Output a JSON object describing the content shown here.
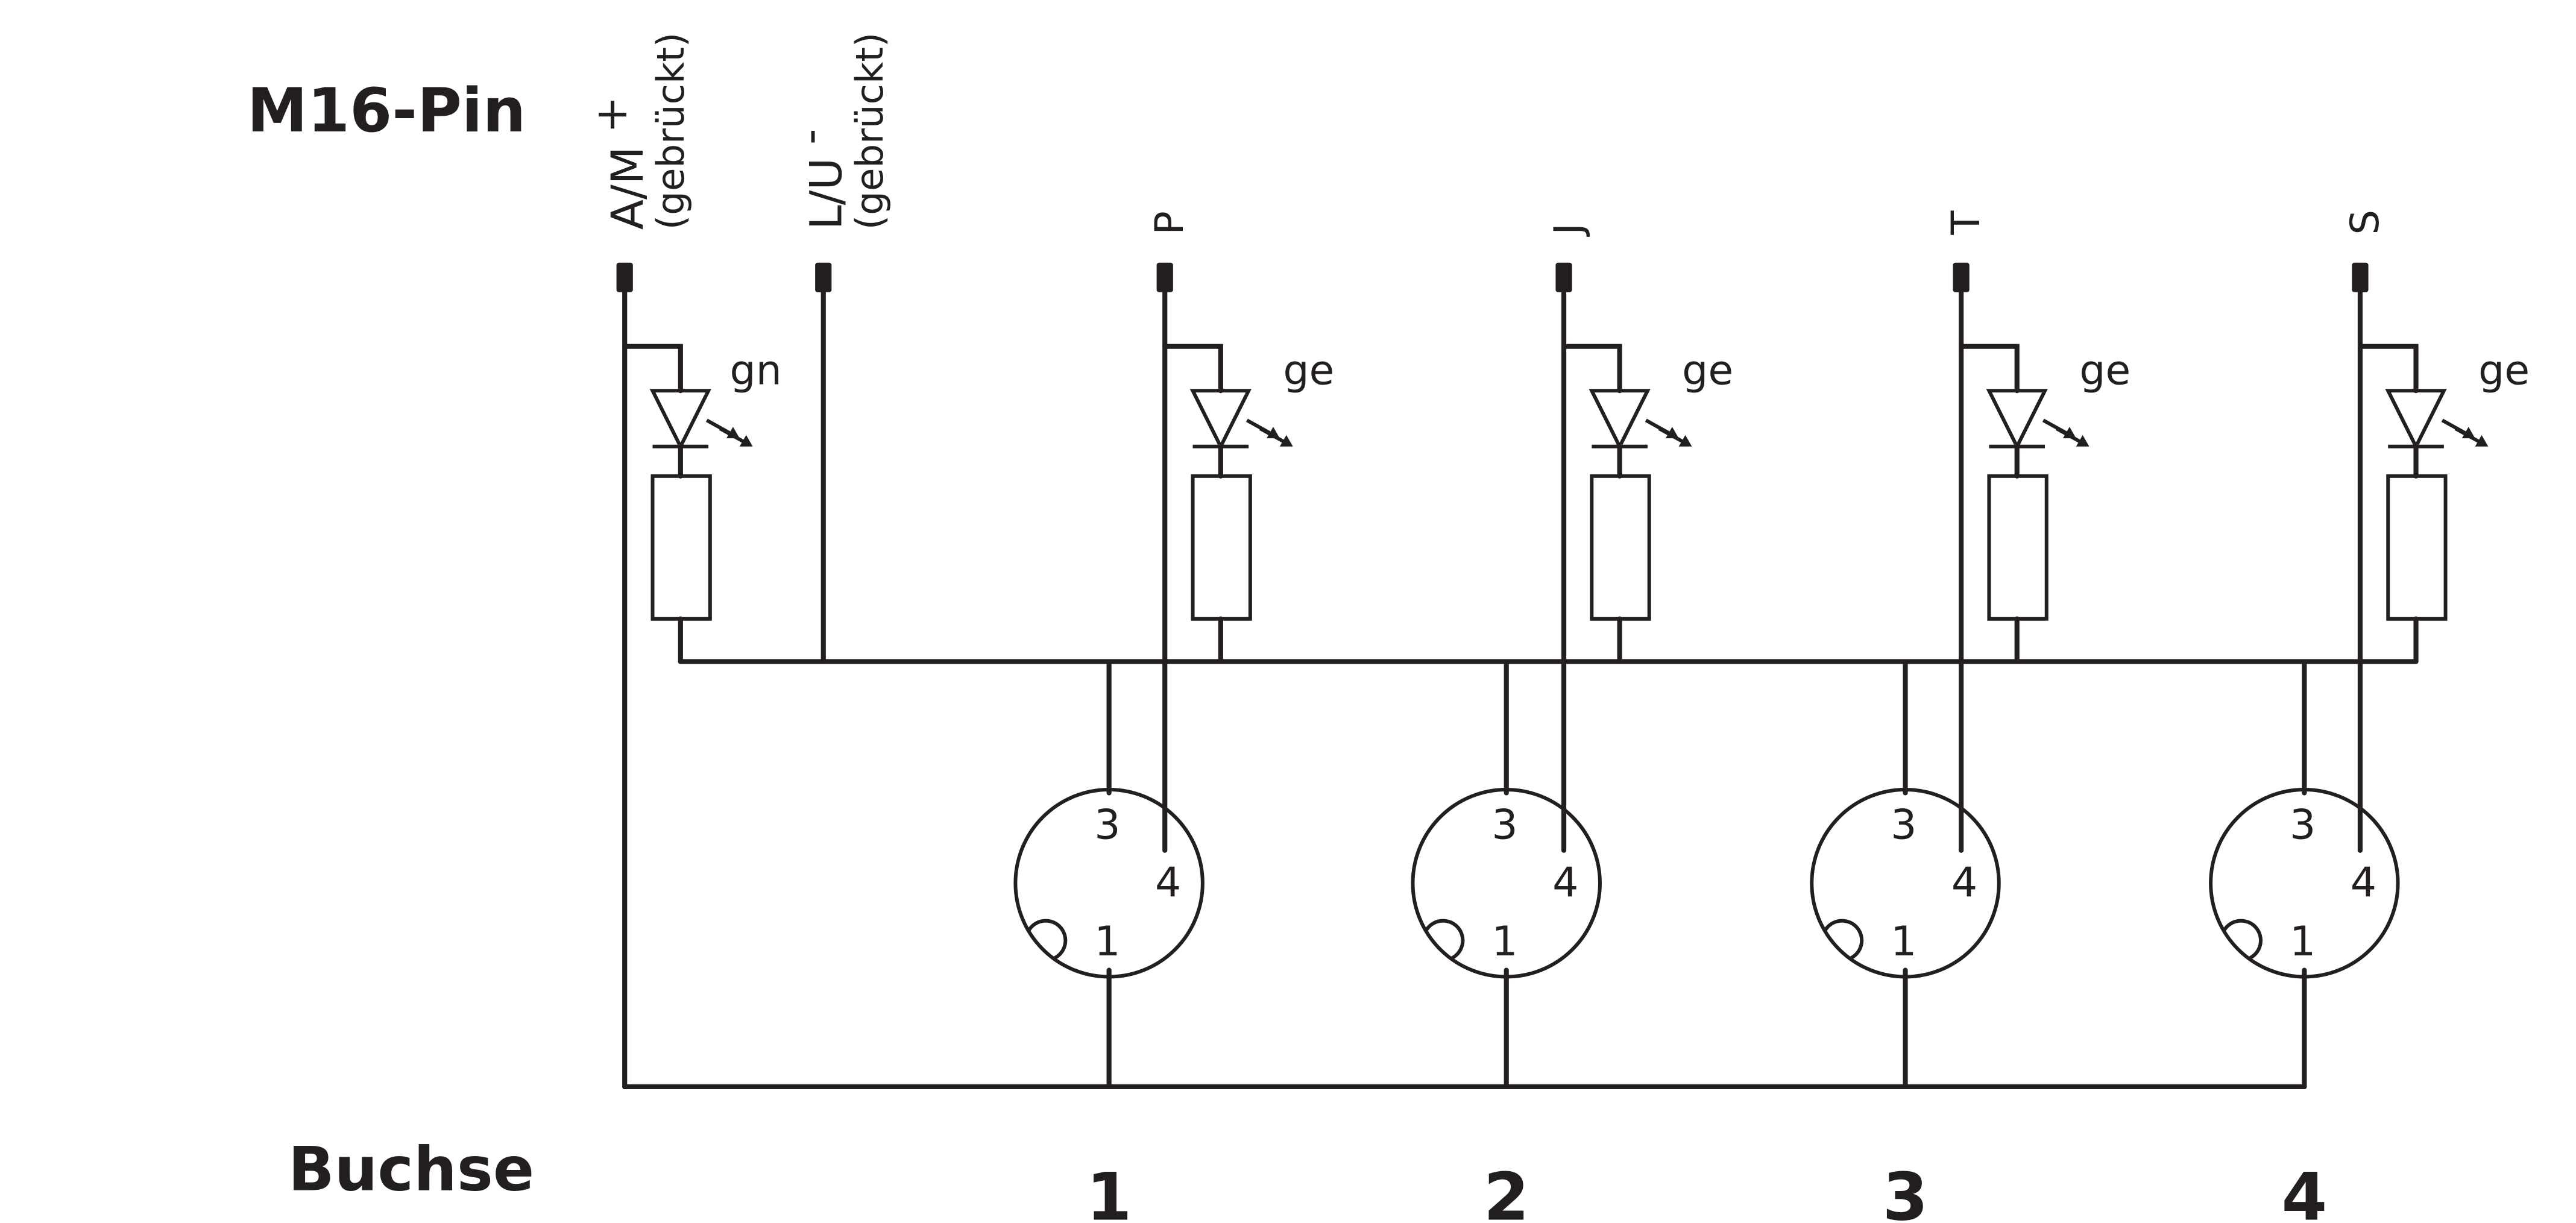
{
  "header": {
    "pin_label": "M16-Pin",
    "socket_label": "Buchse"
  },
  "pins": [
    {
      "id": "am",
      "label": "A/M",
      "sup": "+",
      "sub_label": "(gebrückt)",
      "led": "gn"
    },
    {
      "id": "lu",
      "label": "L/U",
      "sup": "-",
      "sub_label": "(gebrückt)",
      "led": null
    },
    {
      "id": "p",
      "label": "P",
      "led": "ge"
    },
    {
      "id": "j",
      "label": "J",
      "led": "ge"
    },
    {
      "id": "t",
      "label": "T",
      "led": "ge"
    },
    {
      "id": "s",
      "label": "S",
      "led": "ge"
    }
  ],
  "sockets": [
    {
      "number": "1",
      "pins": [
        "3",
        "4",
        "1"
      ]
    },
    {
      "number": "2",
      "pins": [
        "3",
        "4",
        "1"
      ]
    },
    {
      "number": "3",
      "pins": [
        "3",
        "4",
        "1"
      ]
    },
    {
      "number": "4",
      "pins": [
        "3",
        "4",
        "1"
      ]
    }
  ],
  "colors": {
    "line": "#231f20",
    "background": "#ffffff"
  }
}
